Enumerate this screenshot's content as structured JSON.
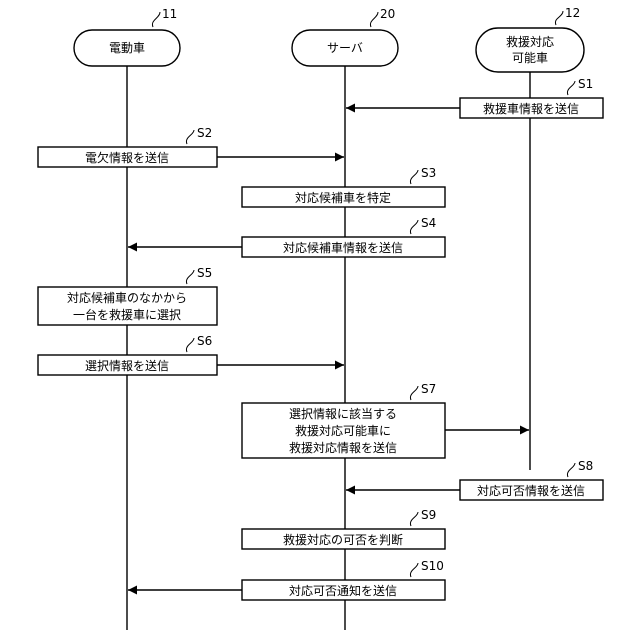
{
  "actors": [
    {
      "ref": "11",
      "label_lines": [
        "電動車"
      ]
    },
    {
      "ref": "20",
      "label_lines": [
        "サーバ"
      ]
    },
    {
      "ref": "12",
      "label_lines": [
        "救援対応",
        "可能車"
      ]
    }
  ],
  "steps": [
    {
      "id": "S1",
      "lines": [
        "救援車情報を送信"
      ]
    },
    {
      "id": "S2",
      "lines": [
        "電欠情報を送信"
      ]
    },
    {
      "id": "S3",
      "lines": [
        "対応候補車を特定"
      ]
    },
    {
      "id": "S4",
      "lines": [
        "対応候補車情報を送信"
      ]
    },
    {
      "id": "S5",
      "lines": [
        "対応候補車のなかから",
        "一台を救援車に選択"
      ]
    },
    {
      "id": "S6",
      "lines": [
        "選択情報を送信"
      ]
    },
    {
      "id": "S7",
      "lines": [
        "選択情報に該当する",
        "救援対応可能車に",
        "救援対応情報を送信"
      ]
    },
    {
      "id": "S8",
      "lines": [
        "対応可否情報を送信"
      ]
    },
    {
      "id": "S9",
      "lines": [
        "救援対応の可否を判断"
      ]
    },
    {
      "id": "S10",
      "lines": [
        "対応可否通知を送信"
      ]
    }
  ]
}
